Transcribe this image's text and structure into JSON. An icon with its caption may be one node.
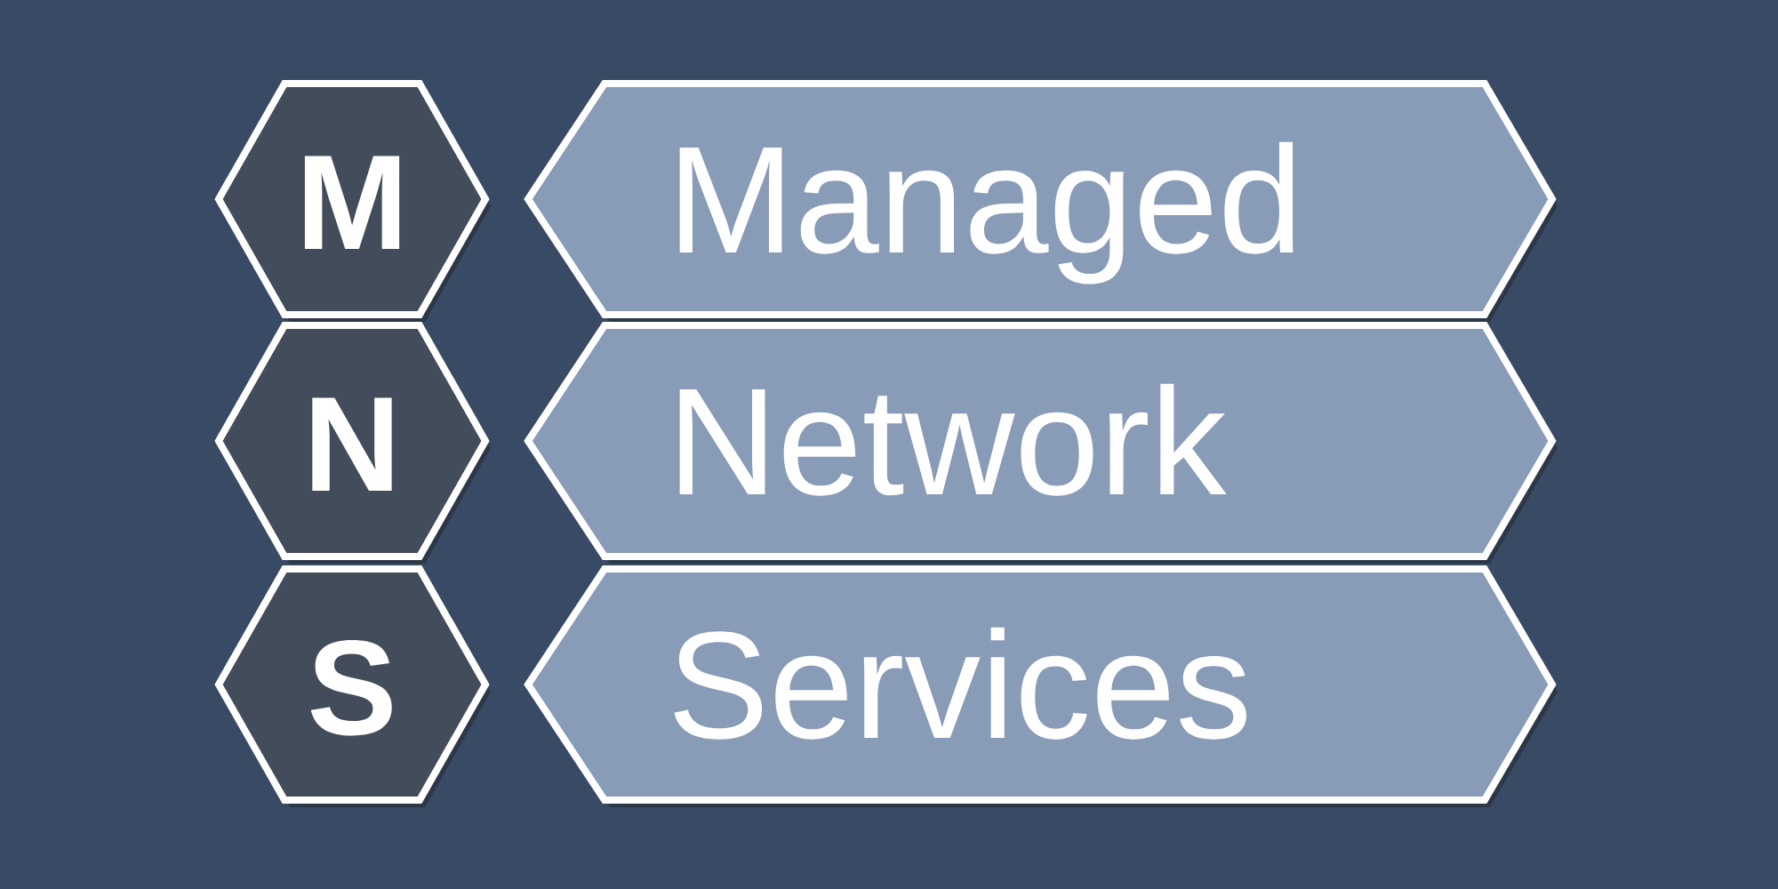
{
  "diagram": {
    "nodes": [
      {
        "text": [
          "M"
        ]
      },
      {
        "text": [
          "Managed"
        ]
      },
      {
        "text": [
          "N"
        ]
      },
      {
        "text": [
          "Network"
        ]
      },
      {
        "text": [
          "S"
        ]
      },
      {
        "text": [
          "Services"
        ]
      }
    ]
  }
}
